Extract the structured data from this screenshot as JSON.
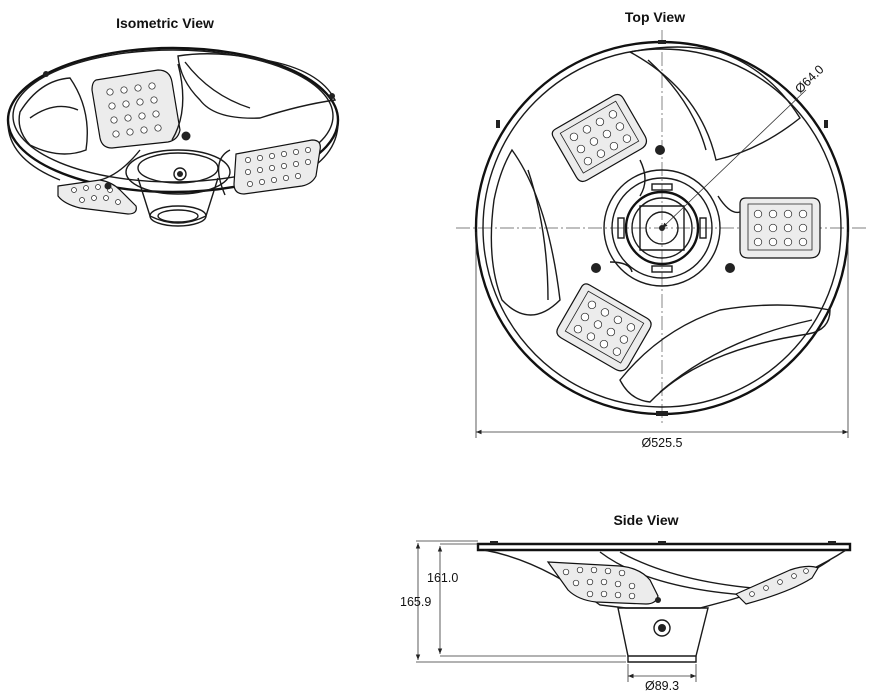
{
  "views": {
    "isometric": {
      "title": "Isometric View"
    },
    "top": {
      "title": "Top View",
      "dim_outer": "Ø525.5",
      "dim_inner": "Ø64.0"
    },
    "side": {
      "title": "Side View",
      "dim_height_total": "165.9",
      "dim_height_body": "161.0",
      "dim_base": "Ø89.3"
    }
  },
  "colors": {
    "line": "#1a1a1a",
    "background": "#ffffff"
  }
}
